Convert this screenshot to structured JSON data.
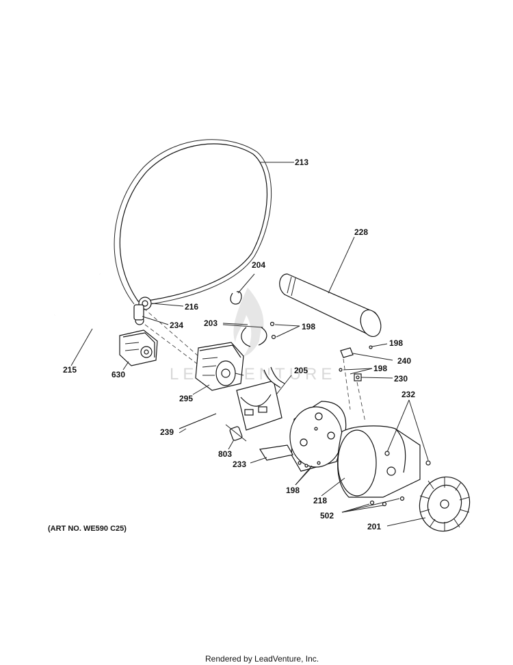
{
  "watermark": "LEADVENTURE",
  "art_number": "(ART NO. WE590 C25)",
  "footer": "Rendered by LeadVenture, Inc.",
  "callouts": {
    "p213": "213",
    "p228": "228",
    "p204": "204",
    "p216": "216",
    "p234": "234",
    "p203": "203",
    "p198a": "198",
    "p198b": "198",
    "p240": "240",
    "p198c": "198",
    "p230": "230",
    "p215": "215",
    "p630": "630",
    "p295": "295",
    "p205": "205",
    "p232": "232",
    "p239": "239",
    "p803": "803",
    "p233": "233",
    "p198d": "198",
    "p218": "218",
    "p502": "502",
    "p201": "201"
  }
}
